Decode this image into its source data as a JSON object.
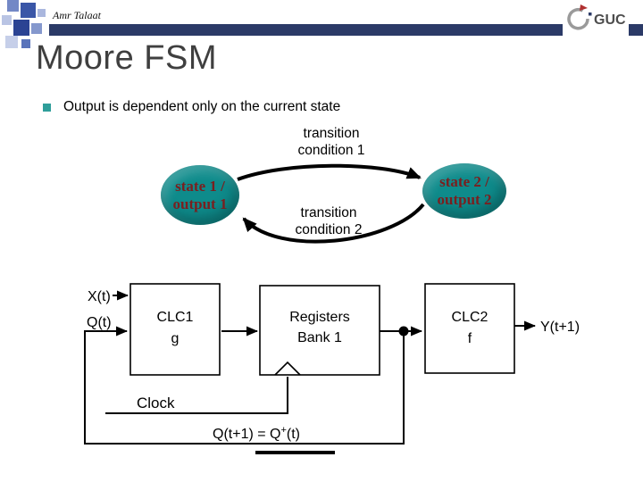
{
  "header": {
    "author": "Amr Talaat",
    "logo_text": "GUC"
  },
  "slide": {
    "title": "Moore FSM",
    "bullet_text": "Output is dependent only on the current state"
  },
  "fsm": {
    "transition_1": {
      "line1": "transition",
      "line2": "condition 1"
    },
    "transition_2": {
      "line1": "transition",
      "line2": "condition 2"
    },
    "state_1": {
      "line1": "state 1 /",
      "line2": "output 1"
    },
    "state_2": {
      "line1": "state 2 /",
      "line2": "output 2"
    }
  },
  "circuit": {
    "input_x": "X(t)",
    "input_q": "Q(t)",
    "output_y": "Y(t+1)",
    "clock": "Clock",
    "clc1": {
      "line1": "CLC1",
      "line2": "g"
    },
    "registers": {
      "line1": "Registers",
      "line2": "Bank 1"
    },
    "clc2": {
      "line1": "CLC2",
      "line2": "f"
    },
    "feedback_pre": "Q(t+1) = Q",
    "feedback_sup": "+",
    "feedback_post": "(t)"
  },
  "colors": {
    "bar": "#2b3a67",
    "title": "#3f3f3f",
    "bullet": "#2f9e9a",
    "state_fill": "#0e8b8b",
    "state_text": "#7a1f1f"
  }
}
